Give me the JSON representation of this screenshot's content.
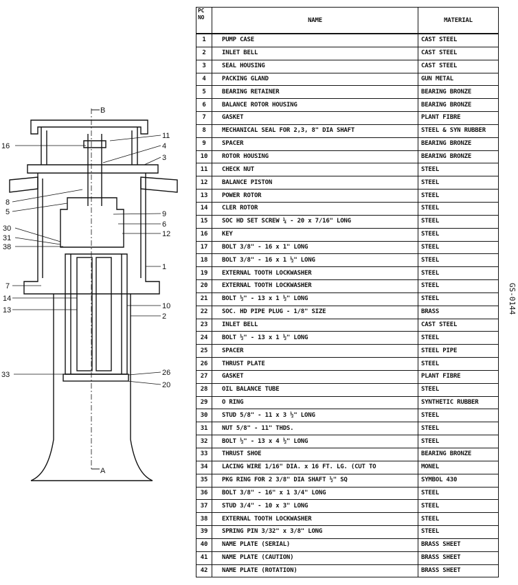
{
  "drawing": {
    "section_labels": {
      "top": "B",
      "bottom": "A"
    },
    "callouts": [
      "16",
      "11",
      "4",
      "3",
      "8",
      "5",
      "9",
      "6",
      "12",
      "30",
      "31",
      "38",
      "1",
      "7",
      "10",
      "14",
      "2",
      "13",
      "33",
      "26",
      "20"
    ]
  },
  "table": {
    "headers": {
      "pc_no_line1": "PC",
      "pc_no_line2": "NO",
      "name": "NAME",
      "material": "MATERIAL"
    },
    "rows": [
      {
        "no": "1",
        "name": "PUMP CASE",
        "material": "CAST STEEL"
      },
      {
        "no": "2",
        "name": "INLET BELL",
        "material": "CAST STEEL"
      },
      {
        "no": "3",
        "name": "SEAL HOUSING",
        "material": "CAST STEEL"
      },
      {
        "no": "4",
        "name": "PACKING GLAND",
        "material": "GUN METAL"
      },
      {
        "no": "5",
        "name": "BEARING RETAINER",
        "material": "BEARING BRONZE"
      },
      {
        "no": "6",
        "name": "BALANCE ROTOR HOUSING",
        "material": "BEARING BRONZE"
      },
      {
        "no": "7",
        "name": "GASKET",
        "material": "PLANT FIBRE"
      },
      {
        "no": "8",
        "name": "MECHANICAL SEAL FOR 2,3, 8\" DIA SHAFT",
        "material": "STEEL & SYN RUBBER"
      },
      {
        "no": "9",
        "name": "SPACER",
        "material": "BEARING BRONZE"
      },
      {
        "no": "10",
        "name": "ROTOR HOUSING",
        "material": "BEARING BRONZE"
      },
      {
        "no": "11",
        "name": "CHECK NUT",
        "material": "STEEL"
      },
      {
        "no": "12",
        "name": "BALANCE PISTON",
        "material": "STEEL"
      },
      {
        "no": "13",
        "name": "POWER ROTOR",
        "material": "STEEL"
      },
      {
        "no": "14",
        "name": "CLER ROTOR",
        "material": "STEEL"
      },
      {
        "no": "15",
        "name": "SOC HD SET SCREW ¼ - 20 x 7/16\" LONG",
        "material": "STEEL"
      },
      {
        "no": "16",
        "name": "KEY",
        "material": "STEEL"
      },
      {
        "no": "17",
        "name": "BOLT 3/8\" - 16 x 1\" LONG",
        "material": "STEEL"
      },
      {
        "no": "18",
        "name": "BOLT 3/8\" - 16 x 1 ½\" LONG",
        "material": "STEEL"
      },
      {
        "no": "19",
        "name": "EXTERNAL TOOTH LOCKWASHER",
        "material": "STEEL"
      },
      {
        "no": "20",
        "name": "EXTERNAL TOOTH LOCKWASHER",
        "material": "STEEL"
      },
      {
        "no": "21",
        "name": "BOLT ½\" - 13 x 1 ½\" LONG",
        "material": "STEEL"
      },
      {
        "no": "22",
        "name": "SOC. HD PIPE PLUG - 1/8\" SIZE",
        "material": "BRASS"
      },
      {
        "no": "23",
        "name": "INLET BELL",
        "material": "CAST STEEL"
      },
      {
        "no": "24",
        "name": "BOLT ½\" - 13 x 1 ½\" LONG",
        "material": "STEEL"
      },
      {
        "no": "25",
        "name": "SPACER",
        "material": "STEEL PIPE"
      },
      {
        "no": "26",
        "name": "THRUST PLATE",
        "material": "STEEL"
      },
      {
        "no": "27",
        "name": "GASKET",
        "material": "PLANT FIBRE"
      },
      {
        "no": "28",
        "name": "OIL BALANCE TUBE",
        "material": "STEEL"
      },
      {
        "no": "29",
        "name": "O RING",
        "material": "SYNTHETIC RUBBER"
      },
      {
        "no": "30",
        "name": "STUD 5/8\" - 11 x 3 ½\" LONG",
        "material": "STEEL"
      },
      {
        "no": "31",
        "name": "NUT 5/8\" - 11\" THDS.",
        "material": "STEEL"
      },
      {
        "no": "32",
        "name": "BOLT ½\" - 13 x 4 ½\" LONG",
        "material": "STEEL"
      },
      {
        "no": "33",
        "name": "THRUST SHOE",
        "material": "BEARING BRONZE"
      },
      {
        "no": "34",
        "name": "LACING WIRE 1/16\" DIA. x 16 FT. LG. (CUT TO",
        "material": "MONEL"
      },
      {
        "no": "35",
        "name": "PKG RING FOR 2 3/8\" DIA SHAFT ½\" SQ",
        "material": "SYMBOL 430"
      },
      {
        "no": "36",
        "name": "BOLT 3/8\" - 16\" x 1 3/4\" LONG",
        "material": "STEEL"
      },
      {
        "no": "37",
        "name": "STUD 3/4\" - 10 x 3\" LONG",
        "material": "STEEL"
      },
      {
        "no": "38",
        "name": "EXTERNAL TOOTH LOCKWASHER",
        "material": "STEEL"
      },
      {
        "no": "39",
        "name": "SPRING PIN 3/32\" x 3/8\" LONG",
        "material": "STEEL"
      },
      {
        "no": "40",
        "name": "NAME PLATE (SERIAL)",
        "material": "BRASS SHEET"
      },
      {
        "no": "41",
        "name": "NAME PLATE (CAUTION)",
        "material": "BRASS SHEET"
      },
      {
        "no": "42",
        "name": "NAME PLATE (ROTATION)",
        "material": "BRASS SHEET"
      }
    ]
  },
  "document_code": "GS-0144"
}
